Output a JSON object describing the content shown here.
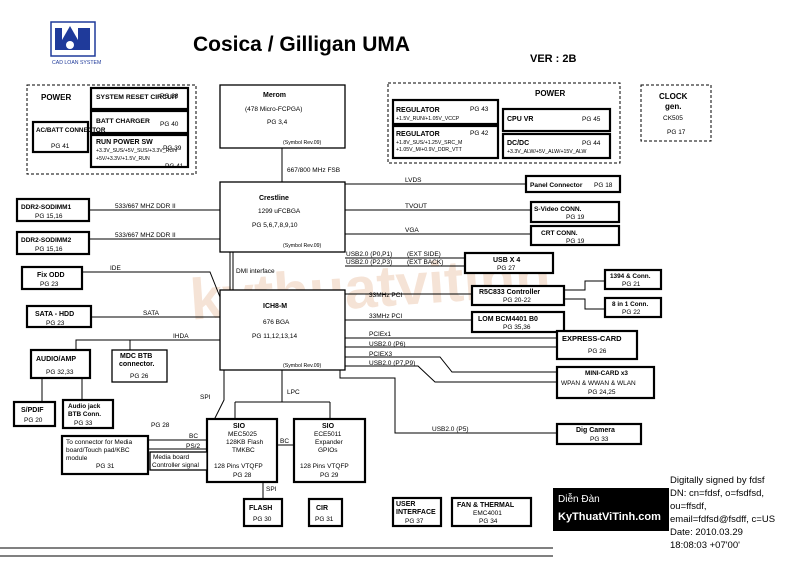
{
  "header": {
    "title": "Cosica / Gilligan UMA",
    "version": "VER : 2B",
    "logo_caption": "CAD LOAN SYSTEM"
  },
  "watermark": "kythuatvitinh",
  "power_left": {
    "heading": "POWER",
    "system_reset": {
      "label": "SYSTEM RESET CIRCUIT",
      "page": "PG 38"
    },
    "batt_charger": {
      "label": "BATT CHARGER",
      "page": "PG 40"
    },
    "run_power": {
      "label": "RUN POWER SW",
      "page": "PG 39",
      "page2": "PG 41",
      "rail1": "+3.3V_SUS/+5V_SUS/+3.3V_RUN",
      "rail2": "+5V/+3.3V/+1.5V_RUN"
    },
    "acbatt": {
      "label": "AC/BATT CONNECTOR",
      "page": "PG 41"
    }
  },
  "power_right": {
    "heading": "POWER",
    "reg1": {
      "label": "REGULATOR",
      "page": "PG 43",
      "rail": "+1.5V_RUN/+1.05V_VCCP"
    },
    "reg2": {
      "label": "REGULATOR",
      "page": "PG 42",
      "rail1": "+1.8V_SUS/+1.25V_SRC_M",
      "rail2": "+1.05V_M/+0.9V_DDR_VTT"
    },
    "cpu_vr": {
      "label": "CPU VR",
      "page": "PG 45"
    },
    "dcdc": {
      "label": "DC/DC",
      "page": "PG 44",
      "rail": "+3.3V_ALW/+5V_ALW/+15V_ALW"
    }
  },
  "clock": {
    "label1": "CLOCK",
    "label2": "gen.",
    "part": "CK505",
    "page": "PG 17"
  },
  "cpu": {
    "name": "Merom",
    "pkg": "(478 Micro-FCPGA)",
    "page": "PG 3,4",
    "rev": "(Symbol Rev.09)",
    "bus": "667/800 MHz FSB"
  },
  "nb": {
    "name": "Crestline",
    "pkg": "1299 uFCBGA",
    "page": "PG 5,6,7,8,9,10",
    "rev": "(Symbol Rev.09)"
  },
  "sb": {
    "name": "ICH8-M",
    "pkg": "676 BGA",
    "page": "PG 11,12,13,14",
    "rev": "(Symbol Rev.09)"
  },
  "ddr1": {
    "label": "DDR2-SODIMM1",
    "page": "PG 15,16",
    "bus": "533/667 MHZ DDR II"
  },
  "ddr2": {
    "label": "DDR2-SODIMM2",
    "page": "PG 15,16",
    "bus": "533/667 MHZ DDR II"
  },
  "odd": {
    "label": "Fix ODD",
    "page": "PG 23",
    "bus": "IDE"
  },
  "hdd": {
    "label": "SATA - HDD",
    "page": "PG 23",
    "bus": "SATA"
  },
  "dmi": "DMI interface",
  "audio": {
    "label": "AUDIO/AMP",
    "page": "PG 32,33",
    "bus": "IHDA"
  },
  "mdc": {
    "label1": "MDC BTB",
    "label2": "connector.",
    "page": "PG 26"
  },
  "spdif": {
    "label": "S/PDIF",
    "page": "PG 20"
  },
  "jack": {
    "label1": "Audio jack",
    "label2": "BTB Conn.",
    "page": "PG 33"
  },
  "panel": {
    "label": "Panel Connector",
    "page": "PG 18",
    "bus": "LVDS"
  },
  "svideo": {
    "label": "S-Video CONN.",
    "page": "PG 19",
    "bus": "TVOUT"
  },
  "crt": {
    "label": "CRT CONN.",
    "page": "PG 19",
    "bus": "VGA"
  },
  "usb": {
    "label": "USB X 4",
    "page": "PG 27",
    "bus1": "USB2.0 (P0,P1)",
    "bus1b": "(EXT SIDE)",
    "bus2": "USB2.0 (P2,P3)",
    "bus2b": "(EXT BACK)"
  },
  "r5c": {
    "label": "R5C833 Controller",
    "page": "PG 20-22",
    "bus": "33MHz PCI"
  },
  "c1394": {
    "label": "1394 & Conn.",
    "page": "PG 21"
  },
  "in1": {
    "label": "8 in 1 Conn.",
    "page": "PG 22"
  },
  "lom": {
    "label": "LOM BCM4401 B0",
    "page": "PG 35,36",
    "bus": "33MHz PCI"
  },
  "express": {
    "label": "EXPRESS-CARD",
    "page": "PG 26",
    "bus1": "PCIEx1",
    "bus2": "USB2.0 (P6)"
  },
  "minicard": {
    "label1": "MINI-CARD x3",
    "label2": "WPAN & WWAN & WLAN",
    "page": "PG 24,25",
    "bus1": "PCIEX3",
    "bus2": "USB2.0 (P7,P9)"
  },
  "camera": {
    "label": "Dig Camera",
    "page": "PG 33",
    "bus": "USB2.0 (P5)"
  },
  "sio1": {
    "title": "SIO",
    "l1": "MEC5025",
    "l2": "128KB Flash",
    "l3": "TMKBC",
    "l4": "128 Pins VTQFP",
    "page": "PG 28"
  },
  "sio2": {
    "title": "SIO",
    "l1": "ECE5011",
    "l2": "Expander",
    "l3": "GPIOs",
    "l4": "128 Pins VTQFP",
    "page": "PG 29"
  },
  "spi": "SPI",
  "lpc": "LPC",
  "media": {
    "l1": "To connector for Media",
    "l2": "board/Touch pad/KBC",
    "l3": "module",
    "page": "PG 31",
    "pg_top": "PG 28",
    "bc": "BC",
    "ps2": "PS/2",
    "ctrl1": "Media board",
    "ctrl2": "Controller signal",
    "bc2": "BC"
  },
  "flash": {
    "label": "FLASH",
    "page": "PG 30",
    "bus": "SPI"
  },
  "cir": {
    "label": "CIR",
    "page": "PG 31"
  },
  "userif": {
    "label1": "USER",
    "label2": "INTERFACE",
    "page": "PG 37"
  },
  "fan": {
    "label": "FAN & THERMAL",
    "part": "EMC4001",
    "page": "PG 34"
  },
  "forum": {
    "l1": "Diễn Đàn",
    "l2": "KyThuatViTinh.com"
  },
  "signature": {
    "l1": "Digitally signed by fdsf",
    "l2": "DN: cn=fdsf, o=fsdfsd,",
    "l3": "ou=ffsdf,",
    "l4": "email=fdfsd@fsdff, c=US",
    "l5": "Date: 2010.03.29",
    "l6": "18:08:03 +07'00'"
  }
}
